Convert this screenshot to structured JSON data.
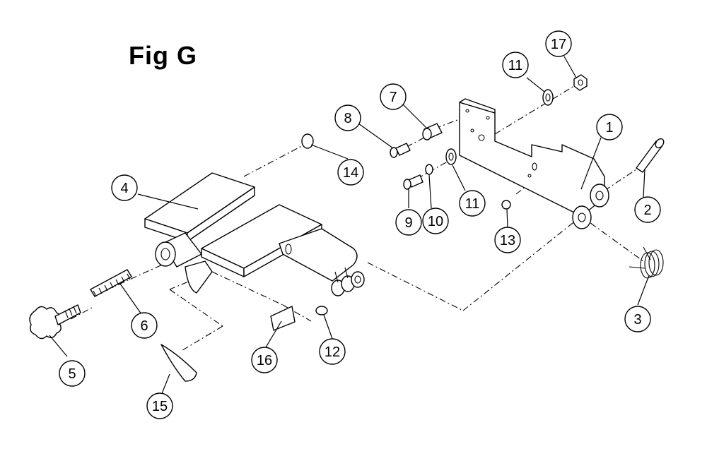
{
  "figure": {
    "title": "Fig G"
  },
  "callouts": [
    {
      "id": "c1",
      "label": "1"
    },
    {
      "id": "c2",
      "label": "2"
    },
    {
      "id": "c3",
      "label": "3"
    },
    {
      "id": "c4",
      "label": "4"
    },
    {
      "id": "c5",
      "label": "5"
    },
    {
      "id": "c6",
      "label": "6"
    },
    {
      "id": "c7",
      "label": "7"
    },
    {
      "id": "c8",
      "label": "8"
    },
    {
      "id": "c9",
      "label": "9"
    },
    {
      "id": "c10",
      "label": "10"
    },
    {
      "id": "c11a",
      "label": "11"
    },
    {
      "id": "c11b",
      "label": "11"
    },
    {
      "id": "c12",
      "label": "12"
    },
    {
      "id": "c13",
      "label": "13"
    },
    {
      "id": "c14",
      "label": "14"
    },
    {
      "id": "c15",
      "label": "15"
    },
    {
      "id": "c16",
      "label": "16"
    },
    {
      "id": "c17",
      "label": "17"
    }
  ]
}
